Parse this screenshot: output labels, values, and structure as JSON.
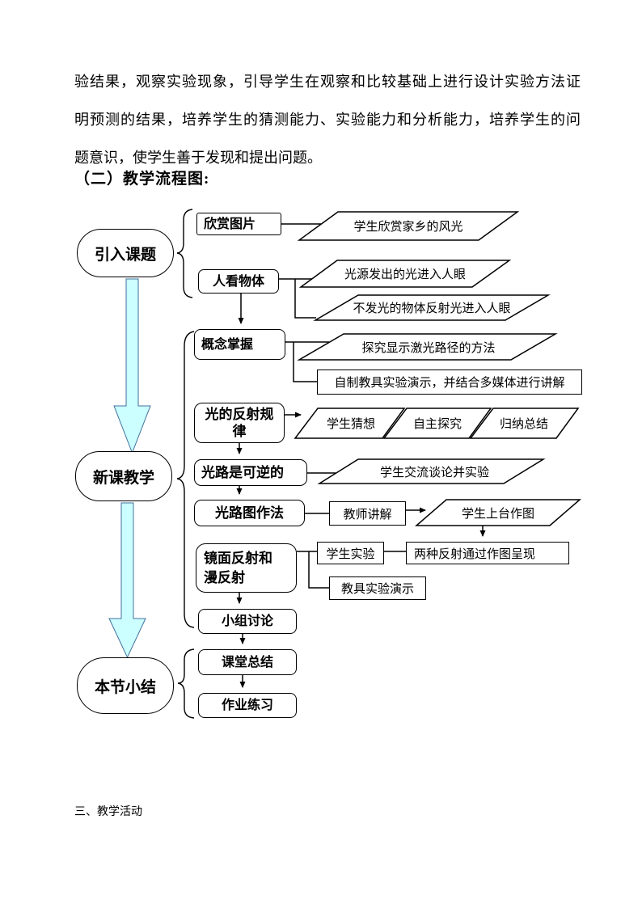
{
  "page": {
    "paragraph_lines": [
      "验结果，观察实验现象，引导学生在观察和比较基础上进行设计实验方法证",
      "明预测的结果，培养学生的猜测能力、实验能力和分析能力，培养学生的问",
      "题意识，使学生善于发现和提出问题。"
    ],
    "section_heading": "（二）教学流程图:",
    "footer_heading": "三、教学活动"
  },
  "flowchart": {
    "stages": {
      "intro": "引入课题",
      "new_lesson": "新课教学",
      "summary": "本节小结"
    },
    "steps": {
      "enjoy_pictures": "欣赏图片",
      "see_objects": "人看物体",
      "concept_grasp": "概念掌握",
      "reflection_law": "光的反射规律",
      "reversible_path": "光路是可逆的",
      "path_drawing": "光路图作法",
      "mirror_diffuse": "镜面反射和漫反射",
      "group_discussion": "小组讨论",
      "class_summary": "课堂总结",
      "homework": "作业练习"
    },
    "activities": {
      "scenery": "学生欣赏家乡的风光",
      "light_source": "光源发出的光进入人眼",
      "non_luminous": "不发光的物体反射光进入人眼",
      "laser_path": "探究显示激光路径的方法",
      "student_guess": "学生猜想",
      "self_explore": "自主探究",
      "conclude": "归纳总结",
      "discuss_experiment": "学生交流谈论并实验",
      "board_drawing": "学生上台作图"
    },
    "notes": {
      "aid_multimedia": "自制教具实验演示，并结合多媒体进行讲解",
      "teacher_explain": "教师讲解",
      "student_experiment": "学生实验",
      "two_reflections": "两种反射通过作图呈现",
      "aid_demo": "教具实验演示"
    },
    "colors": {
      "block_arrow_fill": "#CCFFFF",
      "block_arrow_stroke": "#41719C",
      "line_color": "#000000"
    }
  }
}
